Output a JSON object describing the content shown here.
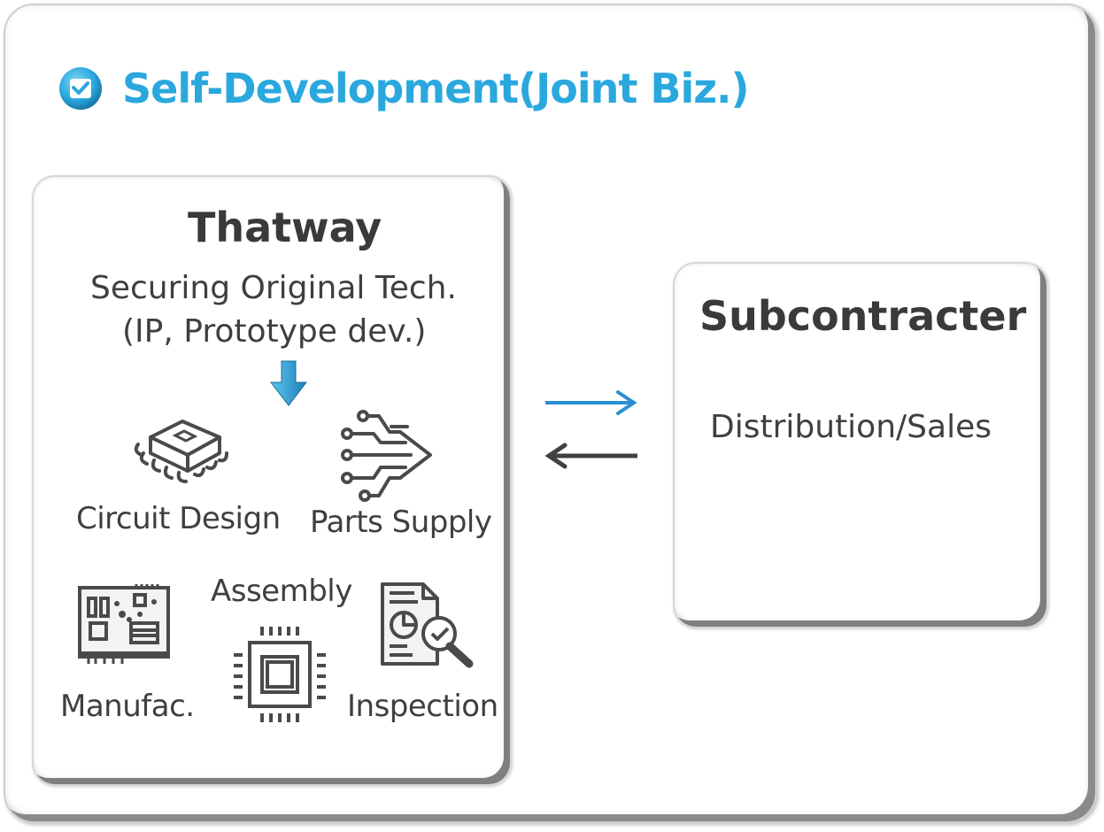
{
  "header": {
    "title": "Self-Development(Joint Biz.)",
    "badge_icon": "checkbox-check-icon",
    "accent_color": "#2aa8de"
  },
  "thatway": {
    "title": "Thatway",
    "desc_line1": "Securing Original Tech.",
    "desc_line2": "(IP, Prototype dev.)",
    "steps": {
      "circuit_design": "Circuit Design",
      "parts_supply": "Parts Supply",
      "assembly": "Assembly",
      "manufac": "Manufac.",
      "inspection": "Inspection"
    },
    "icons": [
      "down-arrow-icon",
      "chip-icon",
      "circuit-arrow-icon",
      "circuit-board-icon",
      "processor-icon",
      "document-search-icon"
    ]
  },
  "subcontractor": {
    "title": "Subcontracter",
    "role": "Distribution/Sales"
  },
  "flow": {
    "forward_arrow_color": "#2a8fd0",
    "back_arrow_color": "#404040"
  }
}
